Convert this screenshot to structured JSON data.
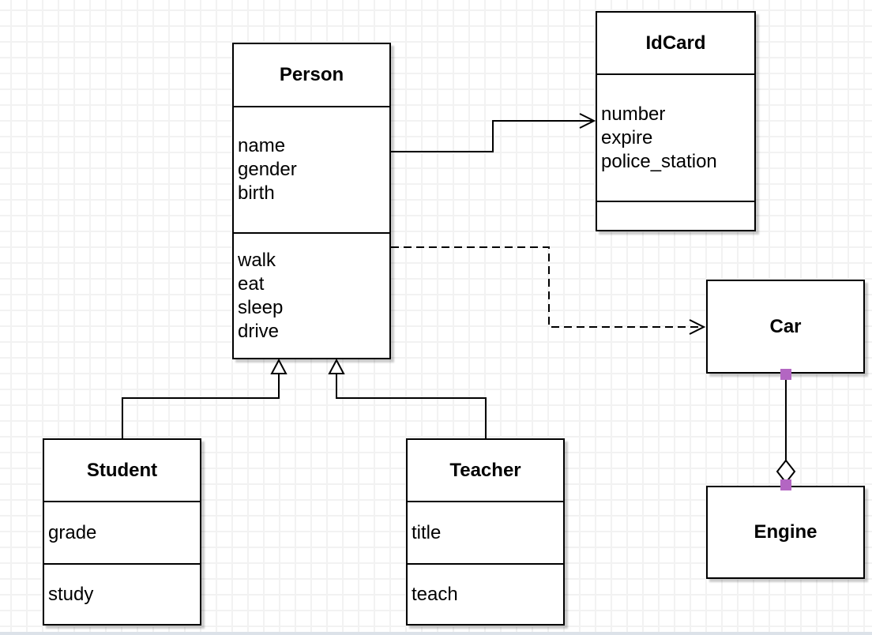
{
  "classes": [
    {
      "name": "Person",
      "attributes": [
        "name",
        "gender",
        "birth"
      ],
      "methods": [
        "walk",
        "eat",
        "sleep",
        "drive"
      ]
    },
    {
      "name": "IdCard",
      "attributes": [
        "number",
        "expire",
        "police_station"
      ],
      "methods": []
    },
    {
      "name": "Car",
      "attributes": [],
      "methods": []
    },
    {
      "name": "Engine",
      "attributes": [],
      "methods": []
    },
    {
      "name": "Student",
      "attributes": [
        "grade"
      ],
      "methods": [
        "study"
      ]
    },
    {
      "name": "Teacher",
      "attributes": [
        "title"
      ],
      "methods": [
        "teach"
      ]
    }
  ],
  "relationships": [
    {
      "from": "Person",
      "to": "IdCard",
      "type": "association",
      "line": "solid",
      "end": "open-arrow"
    },
    {
      "from": "Person",
      "to": "Car",
      "type": "dependency",
      "line": "dashed",
      "end": "open-arrow"
    },
    {
      "from": "Student",
      "to": "Person",
      "type": "generalization",
      "line": "solid",
      "end": "hollow-triangle"
    },
    {
      "from": "Teacher",
      "to": "Person",
      "type": "generalization",
      "line": "solid",
      "end": "hollow-triangle"
    },
    {
      "from": "Car",
      "to": "Engine",
      "type": "aggregation",
      "line": "solid",
      "end": "hollow-diamond",
      "selection_handles": true
    }
  ],
  "colors": {
    "box_fill": "#ffffff",
    "box_border": "#000000",
    "shadow": "#c9c9c9",
    "grid_line": "#f2f2f2",
    "endpoint_handle": "#b366c2",
    "bottom_strip": "#dce2e9"
  }
}
